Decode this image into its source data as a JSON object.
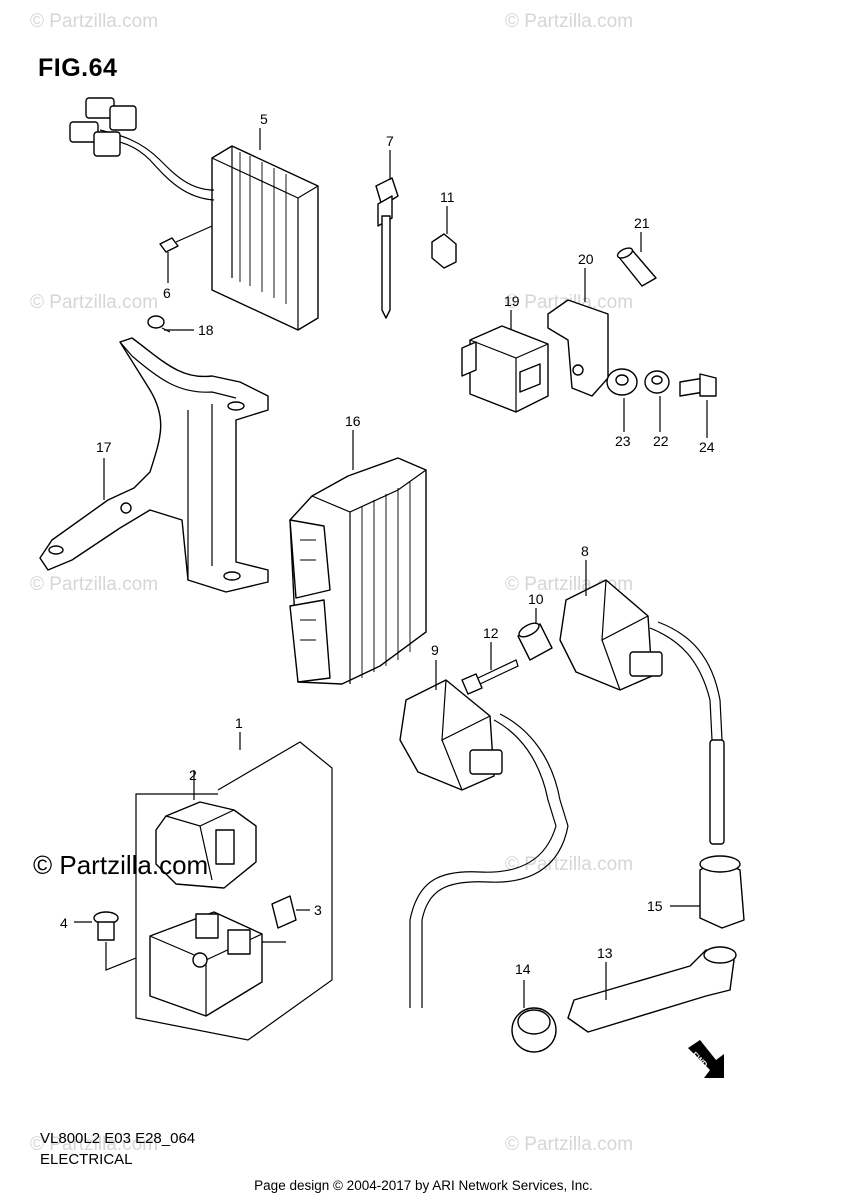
{
  "figure": {
    "title": "FIG.64"
  },
  "footer": {
    "model_code": "VL800L2 E03 E28_064",
    "section": "ELECTRICAL",
    "page_design": "Page design © 2004-2017 by ARI Network Services, Inc."
  },
  "copyright_main": "© Partzilla.com",
  "watermark_text": "© Partzilla.com",
  "callouts": {
    "c1": "1",
    "c2": "2",
    "c3": "3",
    "c4": "4",
    "c5": "5",
    "c6": "6",
    "c7": "7",
    "c8": "8",
    "c9": "9",
    "c10": "10",
    "c11": "11",
    "c12": "12",
    "c13": "13",
    "c14": "14",
    "c15": "15",
    "c16": "16",
    "c17": "17",
    "c18": "18",
    "c19": "19",
    "c20": "20",
    "c21": "21",
    "c22": "22",
    "c23": "23",
    "c24": "24"
  },
  "fwd_label": "FWD"
}
